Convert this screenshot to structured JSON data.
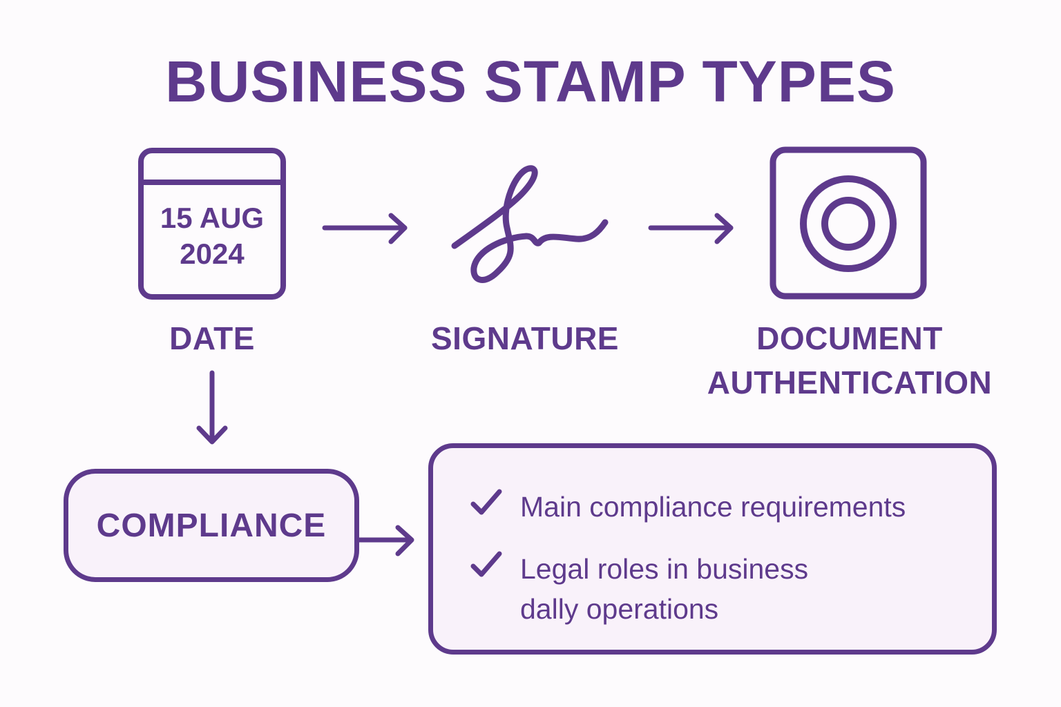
{
  "title": "BUSINESS STAMP TYPES",
  "colors": {
    "accent": "#5e3a8c",
    "background": "#fdfbfd",
    "box_fill": "#f9f2fa"
  },
  "stamps": [
    {
      "label": "DATE",
      "icon": "calendar-icon",
      "date_line1": "15 AUG",
      "date_line2": "2024"
    },
    {
      "label": "SIGNATURE",
      "icon": "signature-icon"
    },
    {
      "label_line1": "DOCUMENT",
      "label_line2": "AUTHENTICATION",
      "icon": "seal-icon"
    }
  ],
  "flow_arrows": [
    "arrow-right-icon",
    "arrow-right-icon",
    "arrow-down-icon",
    "arrow-right-icon"
  ],
  "compliance": {
    "label": "COMPLIANCE"
  },
  "requirements": {
    "items": [
      {
        "icon": "checkmark-icon",
        "text": "Main compliance requirements"
      },
      {
        "icon": "checkmark-icon",
        "text_line1": "Legal roles in business",
        "text_line2": "dally operations"
      }
    ]
  }
}
